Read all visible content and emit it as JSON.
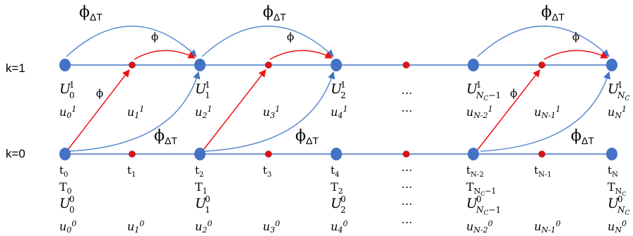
{
  "levels": {
    "top": "k=1",
    "bottom": "k=0"
  },
  "phi_labels": {
    "coarse": "ϕ",
    "coarse_sub": "ΔT",
    "fine": "ϕ"
  },
  "ellipsis": "⋯",
  "colors": {
    "line": "#4472c4",
    "coarse_arrow": "#5b8bd0",
    "fine_arrow": "#ee1111",
    "coarse_node": "#4472c4",
    "fine_node": "#e11212",
    "label_blue": "#4a86c8",
    "label_red": "#e01010"
  },
  "top_row": {
    "U_labels": [
      {
        "base": "U",
        "sup": "1",
        "sub": "0"
      },
      {
        "base": "U",
        "sup": "1",
        "sub": "1"
      },
      {
        "base": "U",
        "sup": "1",
        "sub": "2"
      },
      {
        "base": "U",
        "sup": "1",
        "sub": "N",
        "subsub": "C",
        "tail": "−1"
      },
      {
        "base": "U",
        "sup": "1",
        "sub": "N",
        "subsub": "C"
      }
    ],
    "u_labels": [
      {
        "base": "u",
        "sub": "0",
        "sup": "1"
      },
      {
        "base": "u",
        "sub": "1",
        "sup": "1"
      },
      {
        "base": "u",
        "sub": "2",
        "sup": "1"
      },
      {
        "base": "u",
        "sub": "3",
        "sup": "1"
      },
      {
        "base": "u",
        "sub": "4",
        "sup": "1"
      },
      {
        "base": "u",
        "sub": "N-2",
        "sup": "1"
      },
      {
        "base": "u",
        "sub": "N-1",
        "sup": "1"
      },
      {
        "base": "u",
        "sub": "N",
        "sup": "1"
      }
    ]
  },
  "bottom_row": {
    "t_labels": [
      {
        "base": "t",
        "sub": "0"
      },
      {
        "base": "t",
        "sub": "1"
      },
      {
        "base": "t",
        "sub": "2"
      },
      {
        "base": "t",
        "sub": "3"
      },
      {
        "base": "t",
        "sub": "4"
      },
      {
        "base": "t",
        "sub": "N-2"
      },
      {
        "base": "t",
        "sub": "N-1"
      },
      {
        "base": "t",
        "sub": "N"
      }
    ],
    "T_labels": [
      {
        "base": "T",
        "sub": "0"
      },
      {
        "base": "T",
        "sub": "1"
      },
      {
        "base": "T",
        "sub": "2"
      },
      {
        "base": "T",
        "sub": "N",
        "subsub": "C",
        "tail": "−1"
      },
      {
        "base": "T",
        "sub": "N",
        "subsub": "C"
      }
    ],
    "U_labels": [
      {
        "base": "U",
        "sup": "0",
        "sub": "0"
      },
      {
        "base": "U",
        "sup": "0",
        "sub": "1"
      },
      {
        "base": "U",
        "sup": "0",
        "sub": "2"
      },
      {
        "base": "U",
        "sup": "0",
        "sub": "N",
        "subsub": "C",
        "tail": "−1"
      },
      {
        "base": "U",
        "sup": "0",
        "sub": "N",
        "subsub": "C"
      }
    ],
    "u_labels": [
      {
        "base": "u",
        "sub": "0",
        "sup": "0"
      },
      {
        "base": "u",
        "sub": "1",
        "sup": "0"
      },
      {
        "base": "u",
        "sub": "2",
        "sup": "0"
      },
      {
        "base": "u",
        "sub": "3",
        "sup": "0"
      },
      {
        "base": "u",
        "sub": "4",
        "sup": "0"
      },
      {
        "base": "u",
        "sub": "N-2",
        "sup": "0"
      },
      {
        "base": "u",
        "sub": "N-1",
        "sup": "0"
      },
      {
        "base": "u",
        "sub": "N",
        "sup": "0"
      }
    ]
  }
}
